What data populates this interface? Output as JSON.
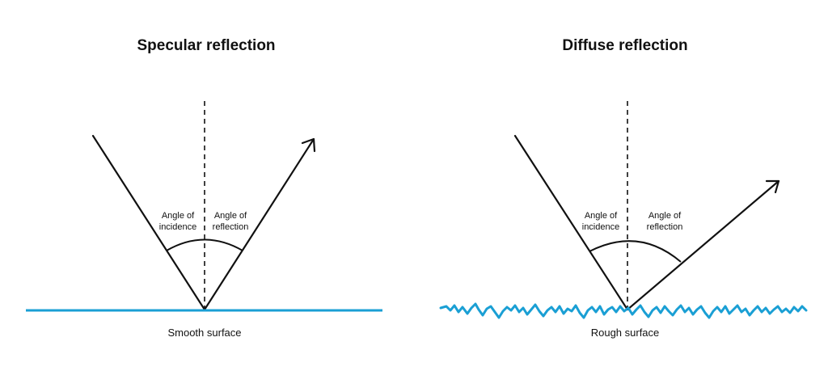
{
  "colors": {
    "surface": "#1a9fd4",
    "ink": "#111111",
    "background": "#ffffff"
  },
  "panels": [
    {
      "id": "specular",
      "title": "Specular reflection",
      "incidence_label": [
        "Angle of",
        "incidence"
      ],
      "reflection_label": [
        "Angle of",
        "reflection"
      ],
      "surface_label": "Smooth surface",
      "surface_type": "smooth"
    },
    {
      "id": "diffuse",
      "title": "Diffuse reflection",
      "incidence_label": [
        "Angle of",
        "incidence"
      ],
      "reflection_label": [
        "Angle of",
        "reflection"
      ],
      "surface_label": "Rough surface",
      "surface_type": "rough"
    }
  ]
}
